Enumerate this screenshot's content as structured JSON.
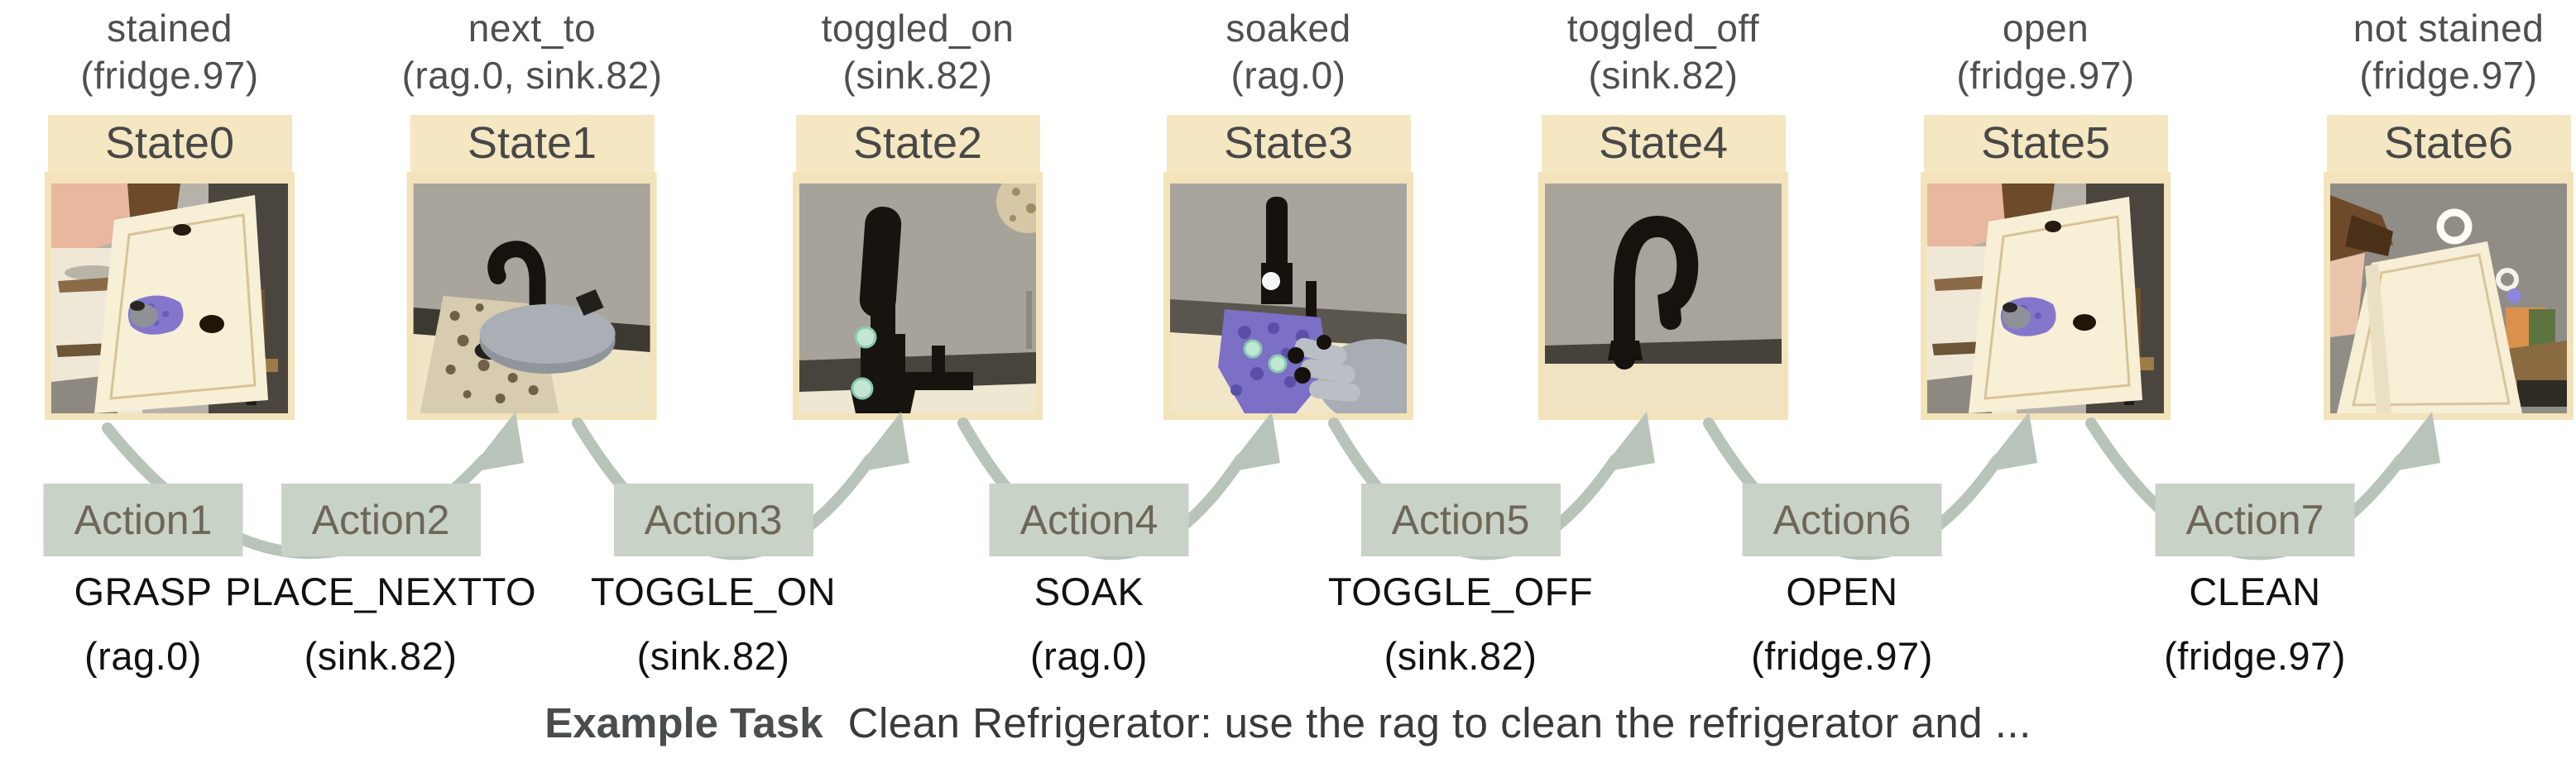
{
  "figure": {
    "states": [
      {
        "label": "State0",
        "predicate": "stained",
        "args": "(fridge.97)",
        "scene": "fridge-door-stained"
      },
      {
        "label": "State1",
        "predicate": "next_to",
        "args": "(rag.0, sink.82)",
        "scene": "rag-next-to-sink"
      },
      {
        "label": "State2",
        "predicate": "toggled_on",
        "args": "(sink.82)",
        "scene": "sink-faucet-running"
      },
      {
        "label": "State3",
        "predicate": "soaked",
        "args": "(rag.0)",
        "scene": "soaked-rag-in-hand"
      },
      {
        "label": "State4",
        "predicate": "toggled_off",
        "args": "(sink.82)",
        "scene": "sink-faucet-off"
      },
      {
        "label": "State5",
        "predicate": "open",
        "args": "(fridge.97)",
        "scene": "fridge-door-open-stained"
      },
      {
        "label": "State6",
        "predicate": "not stained",
        "args": "(fridge.97)",
        "scene": "fridge-door-clean"
      }
    ],
    "actions": [
      {
        "label": "Action1",
        "name": "GRASP",
        "args": "(rag.0)"
      },
      {
        "label": "Action2",
        "name": "PLACE_NEXTTO",
        "args": "(sink.82)"
      },
      {
        "label": "Action3",
        "name": "TOGGLE_ON",
        "args": "(sink.82)"
      },
      {
        "label": "Action4",
        "name": "SOAK",
        "args": "(rag.0)"
      },
      {
        "label": "Action5",
        "name": "TOGGLE_OFF",
        "args": "(sink.82)"
      },
      {
        "label": "Action6",
        "name": "OPEN",
        "args": "(fridge.97)"
      },
      {
        "label": "Action7",
        "name": "CLEAN",
        "args": "(fridge.97)"
      }
    ],
    "task": {
      "label": "Example Task",
      "description": "Clean Refrigerator: use the rag to clean the refrigerator and ..."
    },
    "colors": {
      "state_header_bg": "#f4e7c2",
      "image_frame_bg": "#f3e3ba",
      "action_bg": "#c9d2c7",
      "action_text": "#6e6758",
      "arrow": "#b8c4ba",
      "predicate_text": "#4f4f4f",
      "state_text": "#484848",
      "command_text": "#111111",
      "task_label_color": "#4b4c4e",
      "task_text_color": "#3a3a3a"
    }
  }
}
